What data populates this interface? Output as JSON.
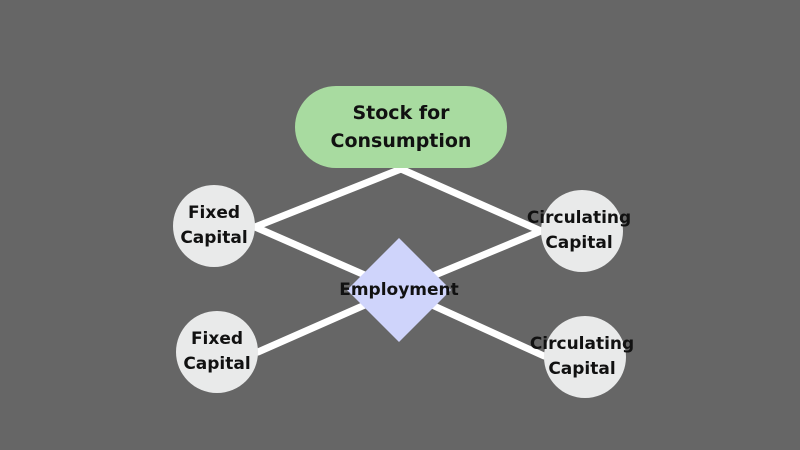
{
  "colors": {
    "background": "#666666",
    "connector": "#ffffff",
    "stock_fill": "#a8dba0",
    "circle_fill": "#e9eaea",
    "diamond_fill": "#cfd4fb",
    "text": "#111111"
  },
  "nodes": {
    "stock": "Stock for\nConsumption",
    "fixed_top": "Fixed\nCapital",
    "fixed_bottom": "Fixed\nCapital",
    "circulating_top": "Circulating\nCapital",
    "circulating_bottom": "Circulating\nCapital",
    "employment": "Employment"
  }
}
